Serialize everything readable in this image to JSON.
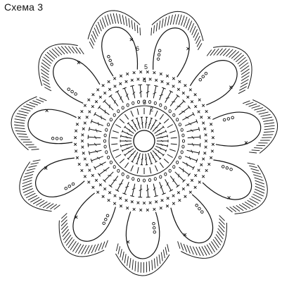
{
  "title": "Схема 3",
  "pattern": {
    "petal_count": 11,
    "rows": [
      {
        "label": "2",
        "stitch": "double crochet"
      },
      {
        "label": "3",
        "stitch": "chain"
      },
      {
        "label": "4",
        "stitch": "single crochet"
      },
      {
        "label": "5",
        "stitch": "chain arch"
      },
      {
        "label": "6",
        "stitch": "double crochet fan"
      }
    ],
    "colors": {
      "ink": "#111111",
      "background": "#ffffff"
    }
  }
}
